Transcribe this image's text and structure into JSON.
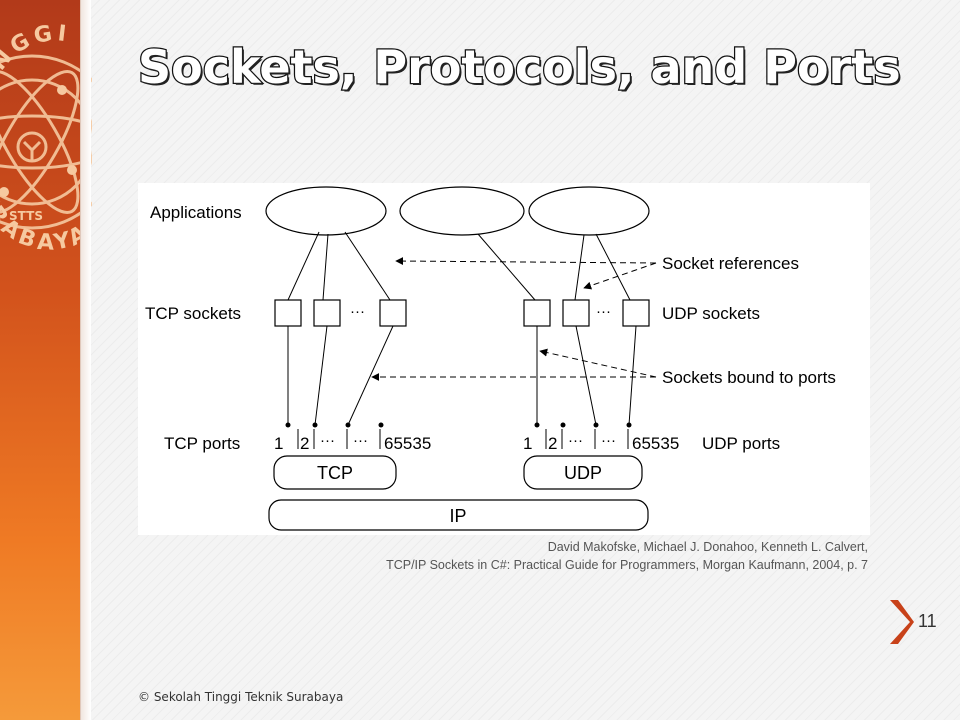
{
  "slide": {
    "title": "Sockets, Protocols, and Ports",
    "page_number": "11",
    "footer": "© Sekolah Tinggi Teknik Surabaya"
  },
  "logo": {
    "top_text": "TINGGI",
    "bottom_text": "SURABAYA",
    "center_text": "STTS"
  },
  "diagram": {
    "applications_label": "Applications",
    "tcp_sockets_label": "TCP sockets",
    "udp_sockets_label": "UDP sockets",
    "socket_references_label": "Socket references",
    "sockets_bound_label": "Sockets bound to ports",
    "tcp_ports_label": "TCP ports",
    "udp_ports_label": "UDP ports",
    "tcp_box_label": "TCP",
    "udp_box_label": "UDP",
    "ip_box_label": "IP",
    "ellipsis": "···",
    "tcp_port_numbers": [
      "1",
      "2",
      "65535"
    ],
    "udp_port_numbers": [
      "1",
      "2",
      "65535"
    ]
  },
  "caption": {
    "line1": "David Makofske, Michael J. Donahoo, Kenneth L. Calvert,",
    "line2": "TCP/IP Sockets in C#: Practical Guide for Programmers, Morgan Kaufmann, 2004, p. 7"
  },
  "colors": {
    "sidebar_top": "#b23a1a",
    "sidebar_bottom": "#f59a3a"
  }
}
